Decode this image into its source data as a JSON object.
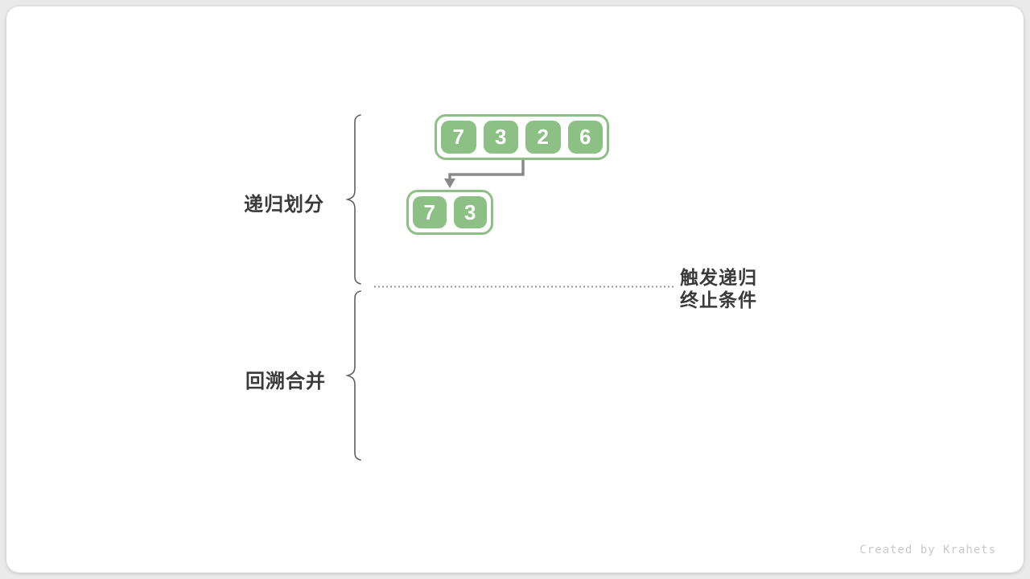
{
  "diagram": {
    "phases": [
      {
        "label": "递归划分"
      },
      {
        "label": "回溯合并"
      }
    ],
    "arrays": {
      "level1": {
        "values": [
          "7",
          "3",
          "2",
          "6"
        ]
      },
      "level2": {
        "values": [
          "7",
          "3"
        ]
      }
    },
    "annotation": {
      "line1": "触发递归",
      "line2": "终止条件"
    },
    "watermark": "Created by Krahets"
  },
  "colors": {
    "cell_green": "#8cc084",
    "arrow_gray": "#8a8a8a",
    "brace_gray": "#5f5f5f",
    "label_dark": "#3a3a3a",
    "dotted_gray": "#9a9a9a",
    "watermark_gray": "#c9c9c9",
    "page_bg": "#eaeaea",
    "card_bg": "#ffffff"
  }
}
